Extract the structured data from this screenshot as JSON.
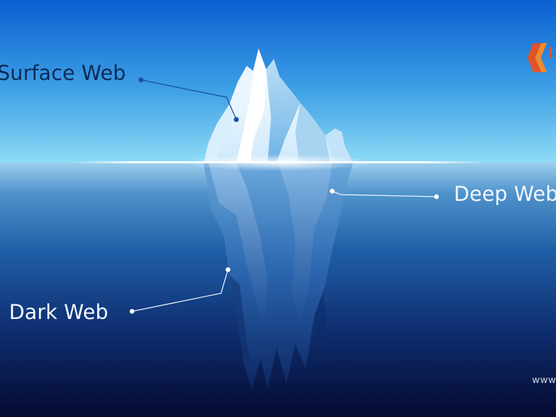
{
  "labels": {
    "surface": "Surface Web",
    "deep": "Deep Web",
    "dark": "Dark Web"
  },
  "footer": {
    "url": "www"
  },
  "logo": {
    "icon": "chevron-logo-icon",
    "colors": [
      "#e0532a",
      "#f08a2d"
    ]
  },
  "colors": {
    "sky_top": "#0a5fd0",
    "sky_horizon": "#7fd3f4",
    "water_top": "#8fc7e8",
    "deep_water": "#050a30",
    "surface_label": "#0b2a55",
    "label_light": "#f4f8ff"
  }
}
